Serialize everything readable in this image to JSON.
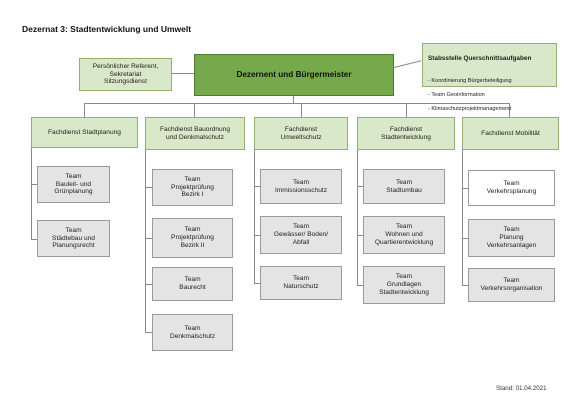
{
  "title": "Dezernat 3:  Stadtentwicklung und Umwelt",
  "dezernent": "Dezernent und Bürgermeister",
  "referent": "Persönlicher Referent,\nSekretariat\nSitzungsdienst",
  "stabsstelle": {
    "heading": "Stabsstelle Querschnittsaufgaben",
    "items": [
      "- Koordinierung Bürgerbeteiligung",
      "- Team Geoinformation",
      "- Klimaschutzprojektmanagement"
    ]
  },
  "fachdienste": [
    {
      "label": "Fachdienst Stadtplanung",
      "teams": [
        "Team\nBauleit- und\nGrünplanung",
        "Team\nStädtebau und\nPlanungsrecht"
      ]
    },
    {
      "label": "Fachdienst Bauordnung\nund Denkmalschutz",
      "teams": [
        "Team\nProjektprüfung\nBezirk I",
        "Team\nProjektprüfung\nBezirk II",
        "Team\nBaurecht",
        "Team\nDenkmalschutz"
      ]
    },
    {
      "label": "Fachdienst\nUmweltschutz",
      "teams": [
        "Team\nImmissionsschutz",
        "Team\nGewässer/ Boden/\nAbfall",
        "Team\nNaturschutz"
      ]
    },
    {
      "label": "Fachdienst\nStadtentwicklung",
      "teams": [
        "Team\nStadtumbau",
        "Team\nWohnen und\nQuartierentwicklung",
        "Team\nGrundlagen\nStadtentwicklung"
      ]
    },
    {
      "label": "Fachdienst Mobilität",
      "teams": [
        "Team\nVerkehrsplanung",
        "Team\nPlanung\nVerkehrsanlagen",
        "Team\nVerkehrsorganisation"
      ]
    }
  ],
  "stand": "Stand: 01.04.2021",
  "colors": {
    "dezernent": "#76a94c",
    "light_green": "#d8e8c8",
    "team_gray": "#e4e4e4"
  }
}
